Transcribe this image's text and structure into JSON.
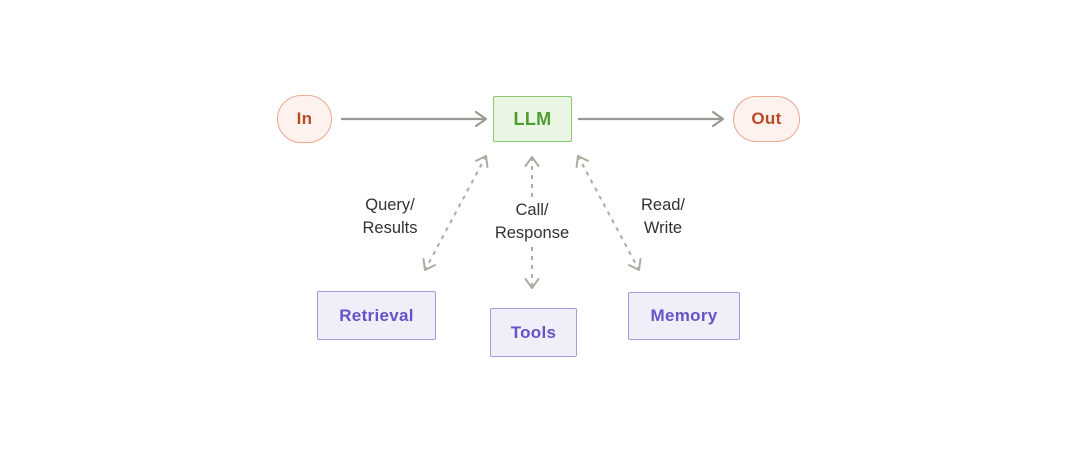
{
  "page": {
    "background": "#ffffff"
  },
  "diagram": {
    "nodes": {
      "in": {
        "label": "In",
        "fill": "#fdf2ee",
        "border": "#eba893",
        "text_color": "#bc4a25",
        "shape": "pill"
      },
      "llm": {
        "label": "LLM",
        "fill": "#ebf5e4",
        "border": "#8dc46f",
        "text_color": "#4d9e2f",
        "shape": "rect"
      },
      "out": {
        "label": "Out",
        "fill": "#fdf2ee",
        "border": "#eba893",
        "text_color": "#bc4a25",
        "shape": "pill"
      },
      "retrieval": {
        "label": "Retrieval",
        "fill": "#f0eef9",
        "border": "#a79cdb",
        "text_color": "#6355c5",
        "shape": "rect"
      },
      "tools": {
        "label": "Tools",
        "fill": "#f0eef9",
        "border": "#a79cdb",
        "text_color": "#6355c5",
        "shape": "rect"
      },
      "memory": {
        "label": "Memory",
        "fill": "#f0eef9",
        "border": "#a79cdb",
        "text_color": "#6355c5",
        "shape": "rect"
      }
    },
    "edges": {
      "in_to_llm": {
        "from": "in",
        "to": "llm",
        "style": "solid",
        "direction": "one-way"
      },
      "llm_to_out": {
        "from": "llm",
        "to": "out",
        "style": "solid",
        "direction": "one-way"
      },
      "llm_retrieval": {
        "from": "llm",
        "to": "retrieval",
        "style": "dashed",
        "direction": "two-way"
      },
      "llm_tools": {
        "from": "llm",
        "to": "tools",
        "style": "dashed",
        "direction": "two-way"
      },
      "llm_memory": {
        "from": "llm",
        "to": "memory",
        "style": "dashed",
        "direction": "two-way"
      }
    },
    "edge_labels": {
      "query_results": {
        "line1": "Query/",
        "line2": "Results"
      },
      "call_response": {
        "line1": "Call/",
        "line2": "Response"
      },
      "read_write": {
        "line1": "Read/",
        "line2": "Write"
      }
    },
    "colors": {
      "solid_arrow": "#9a9a93",
      "dashed_arrow": "#adaba2",
      "label_text": "#323232"
    }
  }
}
